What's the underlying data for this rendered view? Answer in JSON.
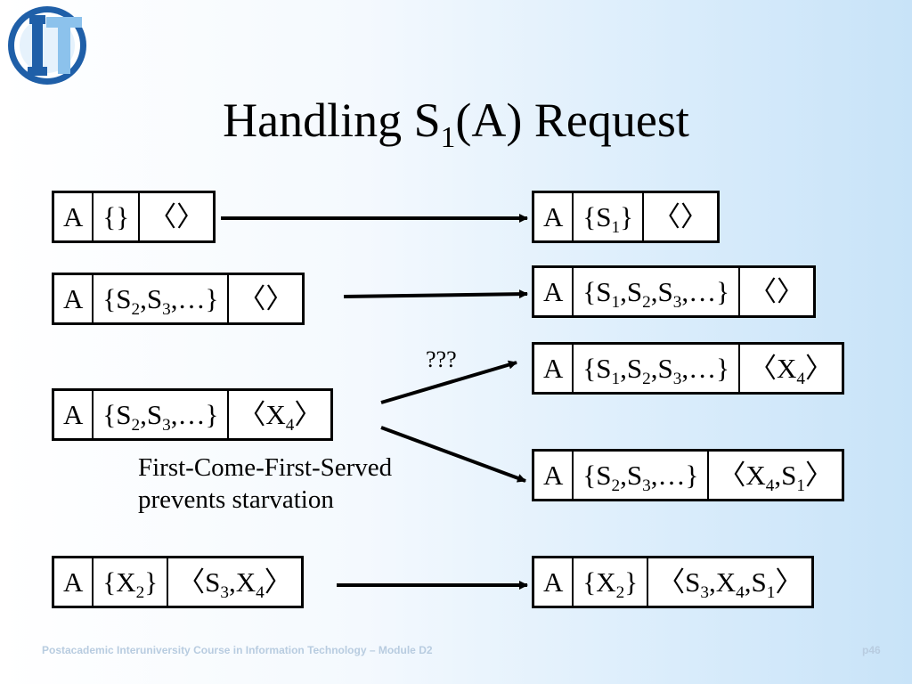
{
  "title": {
    "pre": "Handling S",
    "sub": "1",
    "post": "(A) Request"
  },
  "rows": {
    "r1_left": [
      "A",
      "{}",
      "〈〉"
    ],
    "r1_right": [
      "A",
      "{S",
      "1",
      "}",
      "〈〉"
    ],
    "r2_left": [
      "A",
      "{S",
      "2",
      ",S",
      "3",
      ",…}",
      "〈〉"
    ],
    "r2_right": [
      "A",
      "{S",
      "1",
      ",S",
      "2",
      ",S",
      "3",
      ",…}",
      "〈〉"
    ],
    "r3_left": [
      "A",
      "{S",
      "2",
      ",S",
      "3",
      ",…}",
      "〈X",
      "4",
      "〉"
    ],
    "r3_right_a": [
      "A",
      "{S",
      "1",
      ",S",
      "2",
      ",S",
      "3",
      ",…}",
      "〈X",
      "4",
      "〉"
    ],
    "r3_right_b": [
      "A",
      "{S",
      "2",
      ",S",
      "3",
      ",…}",
      "〈X",
      "4",
      ",S",
      "1",
      "〉"
    ],
    "r4_left": [
      "A",
      "{X",
      "2",
      "}",
      "〈S",
      "3",
      ",X",
      "4",
      "〉"
    ],
    "r4_right": [
      "A",
      "{X",
      "2",
      "}",
      "〈S",
      "3",
      ",X",
      "4",
      ",S",
      "1",
      "〉"
    ]
  },
  "question_label": "???",
  "note": {
    "line1": "First-Come-First-Served",
    "line2": "prevents starvation"
  },
  "footer": {
    "course": "Postacademic Interuniversity Course in Information Technology – Module D2",
    "page": "p46"
  },
  "logo": {
    "letters": "IT",
    "icon": "it-logo-icon"
  },
  "colors": {
    "footer_text": "#b8cce0",
    "logo_blue": "#1f5fa8",
    "logo_light": "#8cc2ec"
  }
}
